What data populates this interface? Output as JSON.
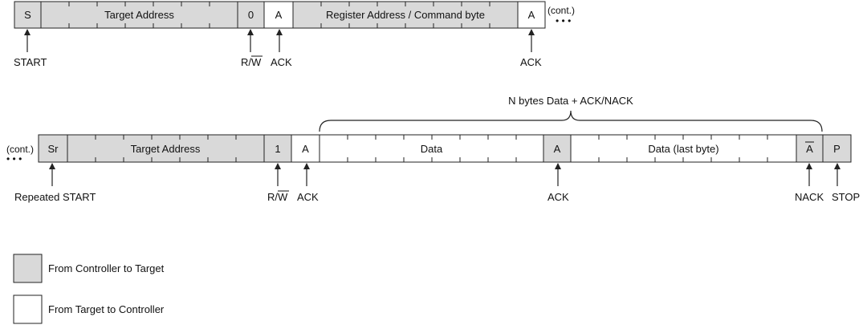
{
  "row1": {
    "start_label": "S",
    "target_address": "Target Address",
    "rw_bit": "0",
    "ack_a": "A",
    "register_address": "Register Address / Command byte",
    "ack_b": "A",
    "cont": "(cont.)",
    "ellipsis": "• • •",
    "annotations": {
      "start": "START",
      "rw_r": "R/",
      "rw_w": "W",
      "ack1": "ACK",
      "ack2": "ACK"
    }
  },
  "row2": {
    "cont": "(cont.)",
    "ellipsis": "• • •",
    "repeated_start": "Sr",
    "target_address": "Target Address",
    "rw_bit": "1",
    "ack_a": "A",
    "data": "Data",
    "ack_b": "A",
    "data_last": "Data (last byte)",
    "nack": "A",
    "stop": "P",
    "brace_label": "N  bytes Data + ACK/NACK",
    "annotations": {
      "repeated_start": "Repeated START",
      "rw_r": "R/",
      "rw_w": "W",
      "ack1": "ACK",
      "ack2": "ACK",
      "nack": "NACK",
      "stop": "STOP"
    }
  },
  "legend": {
    "controller_to_target": "From Controller to Target",
    "target_to_controller": "From Target to Controller"
  },
  "colors": {
    "controller_fill": "#d9d9d9",
    "target_fill": "#ffffff",
    "stroke": "#222222"
  }
}
